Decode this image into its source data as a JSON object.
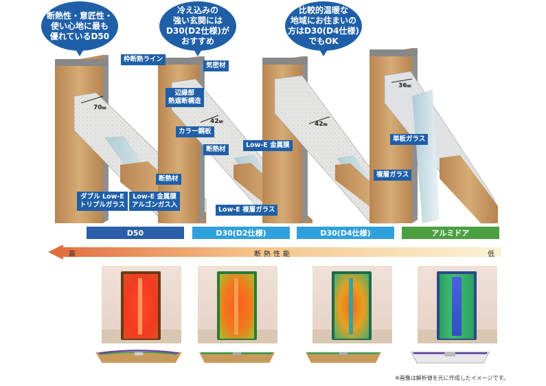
{
  "bubbles": {
    "d50": "断熱性・意匠性・\n使い心地に最も\n優れているD50",
    "d2": "冷え込みの\n強い玄関には\nD30(D2仕様)が\nおすすめ",
    "d4": "比較的温暖な\n地域にお住まいの\n方はD30(D4仕様)\nでもOK"
  },
  "labels": {
    "frame_line": "枠断熱ライン",
    "airtight": "気密材",
    "edge": "辺縁部\n熱遮断構造",
    "color_steel": "カラー鋼板",
    "insulation_mid": "断熱材",
    "insulation_left": "断熱材",
    "lowe_metal": "Low-E 金属膜",
    "double_lowe": "ダブル Low-E\nトリプルガラス",
    "lowe_argon": "Low-E 金属膜\nアルゴンガス入",
    "lowe_double": "Low-E 複層ガラス",
    "double_glass": "複層ガラス",
    "single_glass": "単板ガラス"
  },
  "dims": {
    "d50": "70",
    "d2": "42",
    "d4": "42",
    "alu": "36",
    "unit": "㎜"
  },
  "bands": [
    {
      "label": "D50",
      "color": "#2a5ea6"
    },
    {
      "label": "D30(D2仕様)",
      "color": "#2fa0dc"
    },
    {
      "label": "D30(D4仕様)",
      "color": "#2fa0dc"
    },
    {
      "label": "アルミドア",
      "color": "#4aa040"
    }
  ],
  "scale": {
    "high": "高",
    "title": "断熱性能",
    "low": "低"
  },
  "footnote": "※画像は解析値を元に作成したイメージです。",
  "colors": {
    "blue_dark": "#1f5fa8",
    "wood": "#c89a62",
    "frame": "#9aa0a6"
  }
}
